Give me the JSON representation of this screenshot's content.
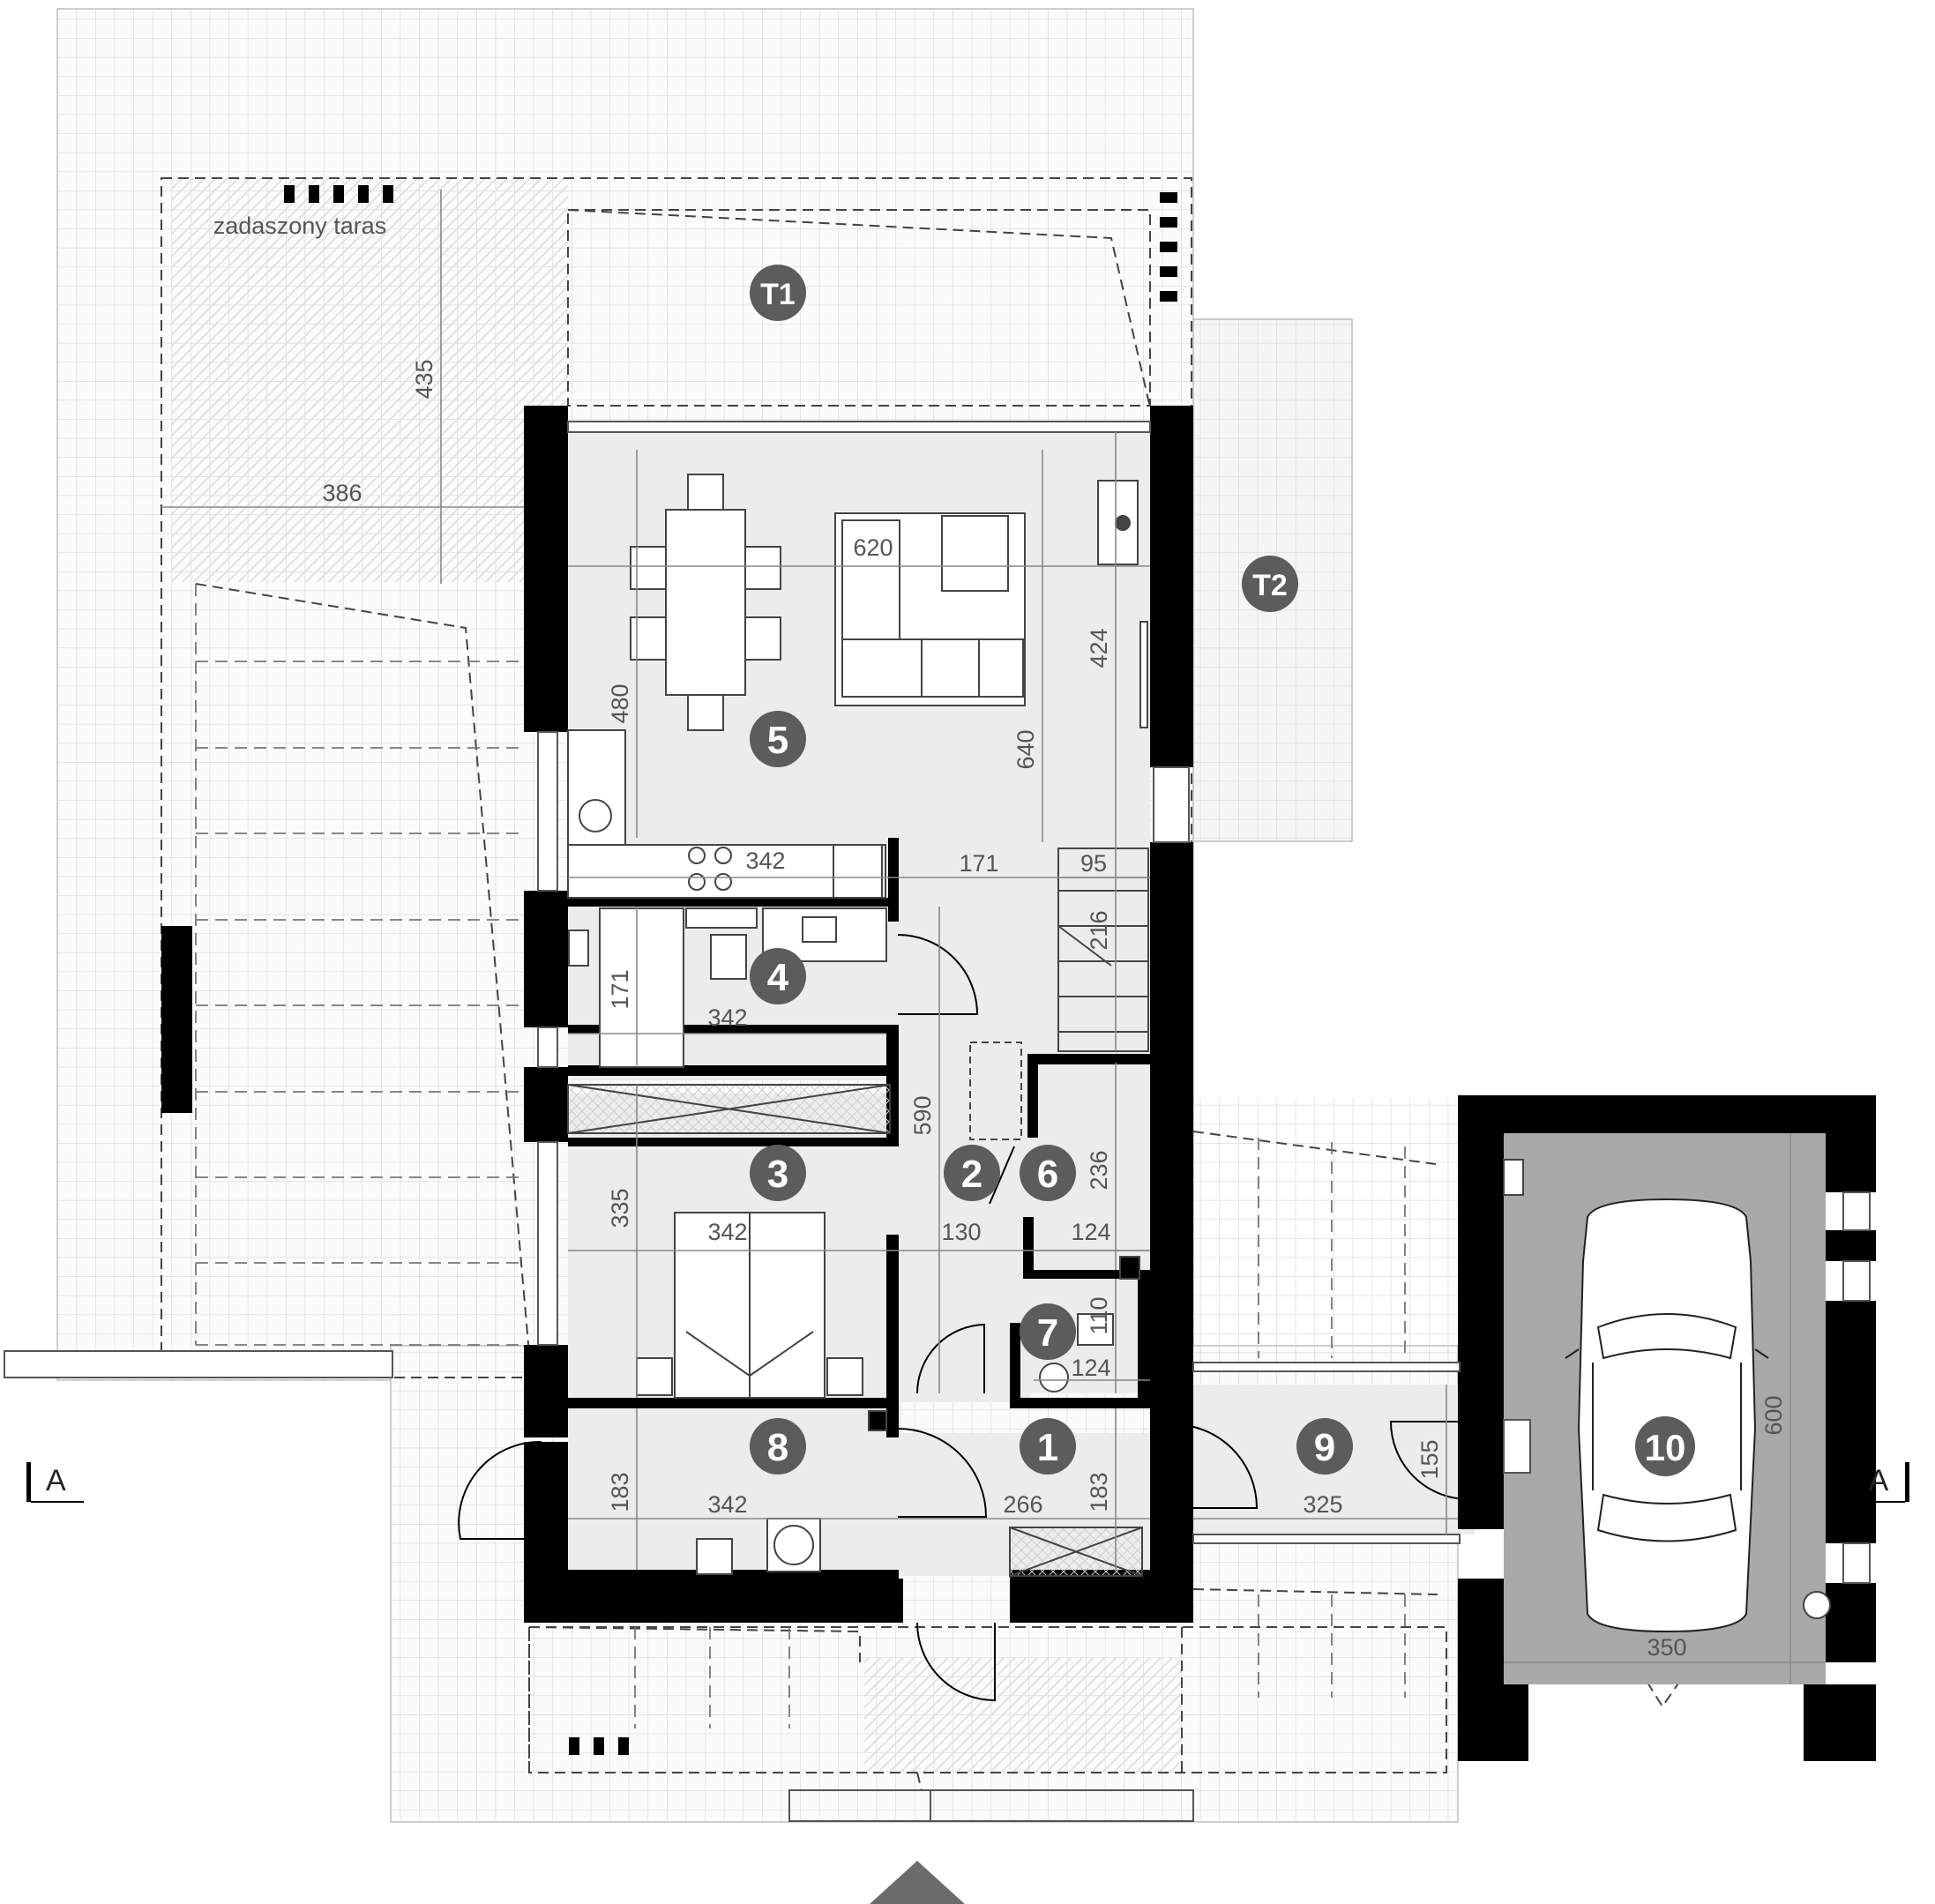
{
  "plan": {
    "terrace_label": "zadaszony taras",
    "section_marker": "A",
    "rooms": [
      {
        "id": "r1",
        "label": "1"
      },
      {
        "id": "r2",
        "label": "2"
      },
      {
        "id": "r3",
        "label": "3"
      },
      {
        "id": "r4",
        "label": "4"
      },
      {
        "id": "r5",
        "label": "5"
      },
      {
        "id": "r6",
        "label": "6"
      },
      {
        "id": "r7",
        "label": "7"
      },
      {
        "id": "r8",
        "label": "8"
      },
      {
        "id": "r9",
        "label": "9"
      },
      {
        "id": "r10",
        "label": "10"
      },
      {
        "id": "t1",
        "label": "T1"
      },
      {
        "id": "t2",
        "label": "T2"
      }
    ],
    "dimensions": {
      "d435": "435",
      "d386": "386",
      "d620": "620",
      "d424": "424",
      "d480": "480",
      "d640": "640",
      "d342_kitchen": "342",
      "d171_hall": "171",
      "d95": "95",
      "d216": "216",
      "d171_r4": "171",
      "d342_r4": "342",
      "d590": "590",
      "d236": "236",
      "d335": "335",
      "d342_r3": "342",
      "d130": "130",
      "d124_r6": "124",
      "d110": "110",
      "d124_r7": "124",
      "d183_left": "183",
      "d342_r8": "342",
      "d266": "266",
      "d183_right": "183",
      "d155": "155",
      "d325": "325",
      "d600": "600",
      "d350": "350"
    }
  },
  "colors": {
    "wall": "#000000",
    "room_fill": "#ebebeb",
    "garage_fill": "#a9a9a9",
    "grid": "#d6d6d6",
    "badge": "#5c5c5c",
    "dimension": "#555555"
  }
}
